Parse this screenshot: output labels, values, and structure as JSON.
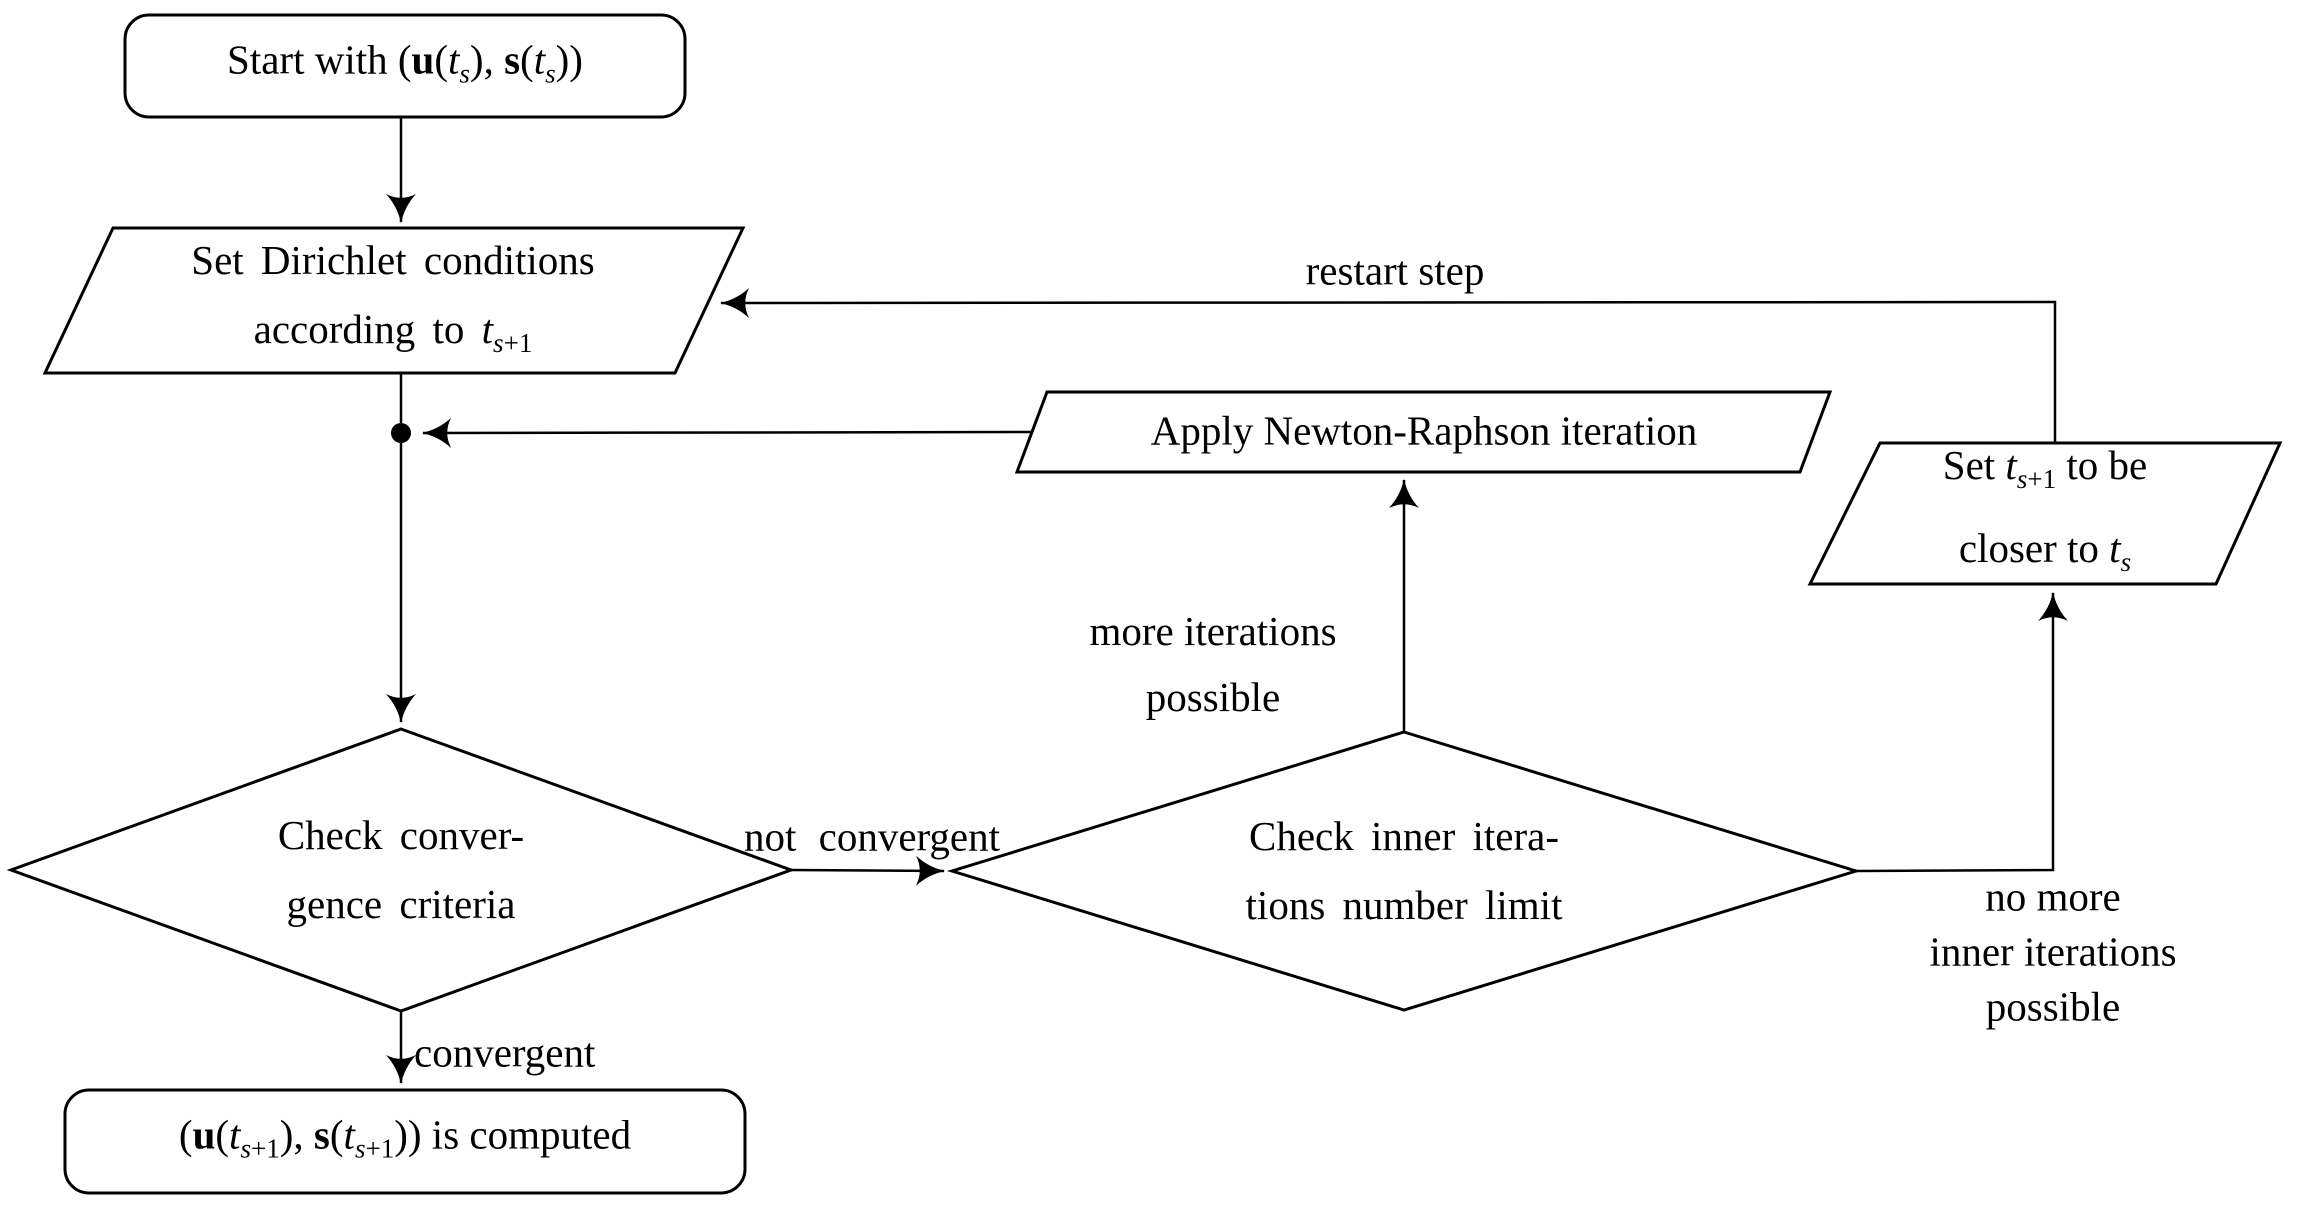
{
  "figure": {
    "background": "#ffffff",
    "stroke_color": "#000000",
    "description": "Flowchart of a Newton-Raphson time stepping algorithm"
  },
  "nodes": {
    "start": {
      "shape": "rounded-rectangle",
      "parts": [
        {
          "t": "Start with (",
          "s": "rm"
        },
        {
          "t": "u",
          "s": "bf"
        },
        {
          "t": "(",
          "s": "rm"
        },
        {
          "t": "t",
          "s": "it"
        },
        {
          "t": "s",
          "s": "subit"
        },
        {
          "t": "), ",
          "s": "rm"
        },
        {
          "t": "s",
          "s": "bf"
        },
        {
          "t": "(",
          "s": "rm"
        },
        {
          "t": "t",
          "s": "it"
        },
        {
          "t": "s",
          "s": "subit"
        },
        {
          "t": "))",
          "s": "rm"
        }
      ]
    },
    "dirichlet": {
      "shape": "parallelogram",
      "line1": [
        {
          "t": "Set Dirichlet conditions",
          "s": "rm"
        }
      ],
      "line2": [
        {
          "t": "according to ",
          "s": "rm"
        },
        {
          "t": "t",
          "s": "it"
        },
        {
          "t": "s",
          "s": "subit"
        },
        {
          "t": "+1",
          "s": "subrm"
        }
      ]
    },
    "newton": {
      "shape": "parallelogram",
      "parts": [
        {
          "t": "Apply Newton-Raphson iteration",
          "s": "rm"
        }
      ]
    },
    "set_t_closer": {
      "shape": "parallelogram",
      "line1": [
        {
          "t": "Set ",
          "s": "rm"
        },
        {
          "t": "t",
          "s": "it"
        },
        {
          "t": "s",
          "s": "subit"
        },
        {
          "t": "+1",
          "s": "subrm"
        },
        {
          "t": " to be",
          "s": "rm"
        }
      ],
      "line2": [
        {
          "t": "closer to ",
          "s": "rm"
        },
        {
          "t": "t",
          "s": "it"
        },
        {
          "t": "s",
          "s": "subit"
        }
      ]
    },
    "check_convergence": {
      "shape": "diamond",
      "line1": "Check conver-",
      "line2": "gence criteria"
    },
    "check_inner_iterations": {
      "shape": "diamond",
      "line1": "Check inner itera-",
      "line2": "tions number limit"
    },
    "result": {
      "shape": "rounded-rectangle",
      "parts": [
        {
          "t": "(",
          "s": "rm"
        },
        {
          "t": "u",
          "s": "bf"
        },
        {
          "t": "(",
          "s": "rm"
        },
        {
          "t": "t",
          "s": "it"
        },
        {
          "t": "s",
          "s": "subit"
        },
        {
          "t": "+1",
          "s": "subrm"
        },
        {
          "t": "), ",
          "s": "rm"
        },
        {
          "t": "s",
          "s": "bf"
        },
        {
          "t": "(",
          "s": "rm"
        },
        {
          "t": "t",
          "s": "it"
        },
        {
          "t": "s",
          "s": "subit"
        },
        {
          "t": "+1",
          "s": "subrm"
        },
        {
          "t": ")) is computed",
          "s": "rm"
        }
      ]
    }
  },
  "edge_labels": {
    "restart_step": "restart step",
    "not_convergent": "not convergent",
    "convergent": "convergent",
    "more_iterations_line1": "more iterations",
    "more_iterations_line2": "possible",
    "no_more_line1": "no more",
    "no_more_line2": "inner iterations",
    "no_more_line3": "possible"
  }
}
